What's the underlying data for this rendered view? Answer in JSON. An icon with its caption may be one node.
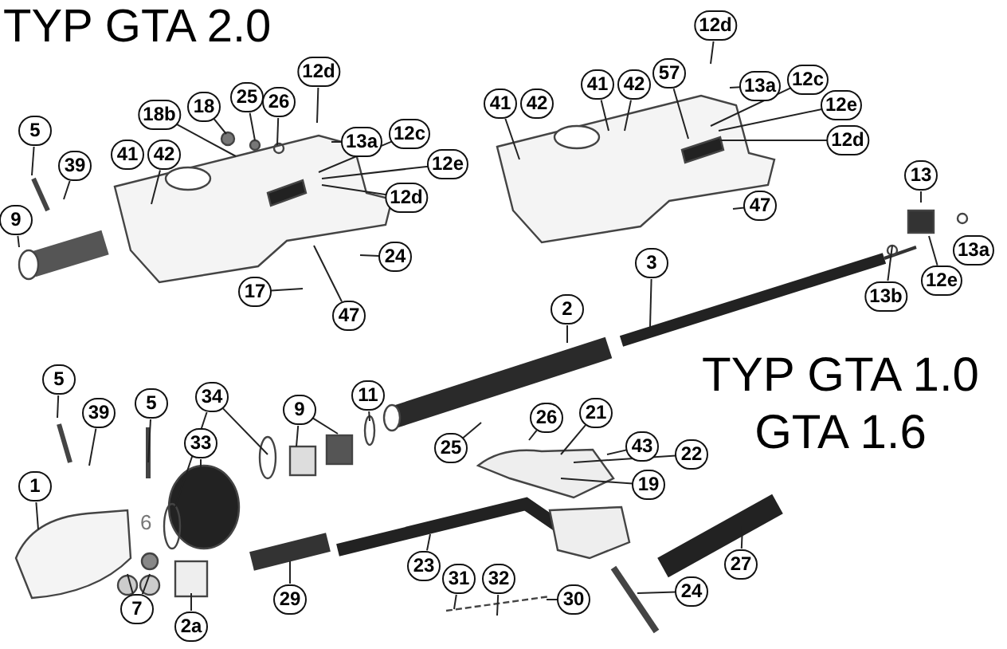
{
  "diagram": {
    "title": "TYP GTA 2.0",
    "nodes": [
      {
        "text": [
          "5"
        ]
      },
      {
        "text": [
          "39"
        ]
      },
      {
        "text": [
          "9"
        ]
      },
      {
        "text": [
          "41"
        ]
      },
      {
        "text": [
          "42"
        ]
      },
      {
        "text": [
          "18b"
        ]
      },
      {
        "text": [
          "18"
        ]
      },
      {
        "text": [
          "25"
        ]
      },
      {
        "text": [
          "26"
        ]
      },
      {
        "text": [
          "12d"
        ]
      },
      {
        "text": [
          "13a"
        ]
      },
      {
        "text": [
          "12c"
        ]
      },
      {
        "text": [
          "12e"
        ]
      },
      {
        "text": [
          "12d"
        ]
      },
      {
        "text": [
          "24"
        ]
      },
      {
        "text": [
          "17"
        ]
      },
      {
        "text": [
          "47"
        ]
      },
      {
        "text": [
          "12d"
        ]
      },
      {
        "text": [
          "13a"
        ]
      },
      {
        "text": [
          "12c"
        ]
      },
      {
        "text": [
          "57"
        ]
      },
      {
        "text": [
          "41"
        ]
      },
      {
        "text": [
          "42"
        ]
      },
      {
        "text": [
          "12e"
        ]
      },
      {
        "text": [
          "12d"
        ]
      },
      {
        "text": [
          "41"
        ]
      },
      {
        "text": [
          "42"
        ]
      },
      {
        "text": [
          "47"
        ]
      },
      {
        "text": [
          "13"
        ]
      },
      {
        "text": [
          "13a"
        ]
      },
      {
        "text": [
          "12e"
        ]
      },
      {
        "text": [
          "13b"
        ]
      },
      {
        "text": [
          "3"
        ]
      },
      {
        "text": [
          "2"
        ]
      },
      {
        "text": [
          "5"
        ]
      },
      {
        "text": [
          "34"
        ]
      },
      {
        "text": [
          "9"
        ]
      },
      {
        "text": [
          "11"
        ]
      },
      {
        "text": [
          "5"
        ]
      },
      {
        "text": [
          "39"
        ]
      },
      {
        "text": [
          "33"
        ]
      },
      {
        "text": [
          "26"
        ]
      },
      {
        "text": [
          "21"
        ]
      },
      {
        "text": [
          "25"
        ]
      },
      {
        "text": [
          "43"
        ]
      },
      {
        "text": [
          "22"
        ]
      },
      {
        "text": [
          "1"
        ]
      },
      {
        "text": [
          "19"
        ]
      },
      {
        "text": [
          "27"
        ]
      },
      {
        "text": [
          "23"
        ]
      },
      {
        "text": [
          "31"
        ]
      },
      {
        "text": [
          "32"
        ]
      },
      {
        "text": [
          "24"
        ]
      },
      {
        "text": [
          "29"
        ]
      },
      {
        "text": [
          "30"
        ]
      },
      {
        "text": [
          "7"
        ]
      },
      {
        "text": [
          "2a"
        ]
      }
    ],
    "edges": [
      {
        "from": 0,
        "to": null,
        "arrow": "none"
      },
      {
        "from": 1,
        "to": null,
        "arrow": "none"
      },
      {
        "from": 2,
        "to": null,
        "arrow": "none"
      },
      {
        "from": 4,
        "to": null,
        "arrow": "none"
      },
      {
        "from": 5,
        "to": null,
        "arrow": "none"
      },
      {
        "from": 6,
        "to": null,
        "arrow": "none"
      },
      {
        "from": 7,
        "to": null,
        "arrow": "none"
      },
      {
        "from": 8,
        "to": null,
        "arrow": "none"
      },
      {
        "from": 9,
        "to": null,
        "arrow": "none"
      },
      {
        "from": 10,
        "to": null,
        "arrow": "none"
      },
      {
        "from": 11,
        "to": null,
        "arrow": "none"
      },
      {
        "from": 12,
        "to": null,
        "arrow": "none"
      },
      {
        "from": 13,
        "to": null,
        "arrow": "none"
      },
      {
        "from": 14,
        "to": null,
        "arrow": "none"
      },
      {
        "from": 15,
        "to": null,
        "arrow": "none"
      },
      {
        "from": 16,
        "to": null,
        "arrow": "none"
      },
      {
        "from": 17,
        "to": null,
        "arrow": "none"
      },
      {
        "from": 18,
        "to": null,
        "arrow": "none"
      },
      {
        "from": 19,
        "to": null,
        "arrow": "none"
      },
      {
        "from": 20,
        "to": null,
        "arrow": "none"
      },
      {
        "from": 21,
        "to": null,
        "arrow": "none"
      },
      {
        "from": 22,
        "to": null,
        "arrow": "none"
      },
      {
        "from": 23,
        "to": null,
        "arrow": "none"
      },
      {
        "from": 24,
        "to": null,
        "arrow": "none"
      },
      {
        "from": 25,
        "to": null,
        "arrow": "none"
      },
      {
        "from": 27,
        "to": null,
        "arrow": "none"
      },
      {
        "from": 28,
        "to": null,
        "arrow": "none"
      },
      {
        "from": 30,
        "to": null,
        "arrow": "none"
      },
      {
        "from": 31,
        "to": null,
        "arrow": "none"
      },
      {
        "from": 32,
        "to": null,
        "arrow": "none"
      },
      {
        "from": 33,
        "to": null,
        "arrow": "none"
      },
      {
        "from": 34,
        "to": null,
        "arrow": "none"
      },
      {
        "from": 35,
        "to": null,
        "arrow": "none"
      },
      {
        "from": 35,
        "to": null,
        "arrow": "none"
      },
      {
        "from": 36,
        "to": null,
        "arrow": "none"
      },
      {
        "from": 36,
        "to": null,
        "arrow": "none"
      },
      {
        "from": 37,
        "to": null,
        "arrow": "none"
      },
      {
        "from": 38,
        "to": null,
        "arrow": "none"
      },
      {
        "from": 39,
        "to": null,
        "arrow": "none"
      },
      {
        "from": 40,
        "to": null,
        "arrow": "none"
      },
      {
        "from": 41,
        "to": null,
        "arrow": "none"
      },
      {
        "from": 42,
        "to": null,
        "arrow": "none"
      },
      {
        "from": 43,
        "to": null,
        "arrow": "none"
      },
      {
        "from": 44,
        "to": null,
        "arrow": "none"
      },
      {
        "from": 45,
        "to": null,
        "arrow": "none"
      },
      {
        "from": 46,
        "to": null,
        "arrow": "none"
      },
      {
        "from": 47,
        "to": null,
        "arrow": "none"
      },
      {
        "from": 48,
        "to": null,
        "arrow": "none"
      },
      {
        "from": 49,
        "to": null,
        "arrow": "none"
      },
      {
        "from": 50,
        "to": null,
        "arrow": "none"
      },
      {
        "from": 51,
        "to": null,
        "arrow": "none"
      },
      {
        "from": 52,
        "to": null,
        "arrow": "none"
      },
      {
        "from": 53,
        "to": null,
        "arrow": "none"
      },
      {
        "from": 54,
        "to": null,
        "arrow": "none"
      },
      {
        "from": 55,
        "to": null,
        "arrow": "none"
      },
      {
        "from": 55,
        "to": null,
        "arrow": "none"
      },
      {
        "from": 56,
        "to": null,
        "arrow": "none"
      }
    ],
    "labels": [
      "TYP GTA 1.0 GTA 1.6",
      "6"
    ]
  }
}
